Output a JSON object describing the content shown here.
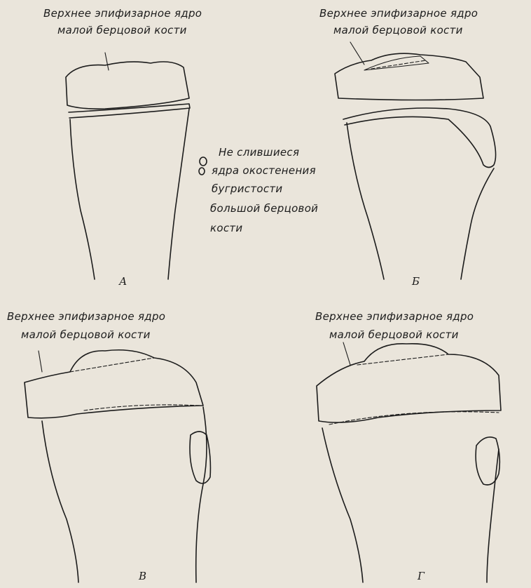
{
  "figure": {
    "panels": [
      {
        "letter": "А",
        "label_lines": [
          "Верхнее эпифизарное ядро",
          "малой берцовой кости"
        ],
        "annotation_lines": [
          "Не слившиеся",
          "ядра окостенения",
          "бугристости",
          "большой берцовой",
          "кости"
        ]
      },
      {
        "letter": "Б",
        "label_lines": [
          "Верхнее эпифизарное ядро",
          "малой берцовой кости"
        ]
      },
      {
        "letter": "В",
        "label_lines": [
          "Верхнее эпифизарное ядро",
          "малой берцовой кости"
        ]
      },
      {
        "letter": "Г",
        "label_lines": [
          "Верхнее эпифизарное ядро",
          "малой берцовой кости"
        ]
      }
    ]
  }
}
